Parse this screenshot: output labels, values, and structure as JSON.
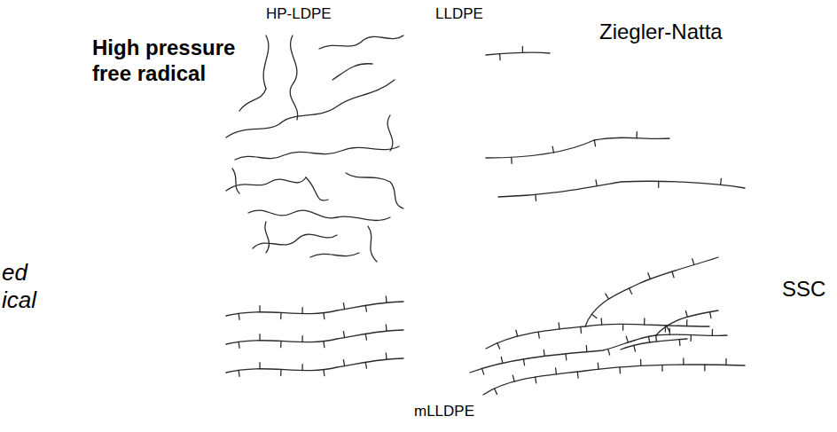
{
  "diagram": {
    "labels": [
      "HP-LDPE",
      "LLDPE",
      "High pressure free radical",
      "Ziegler-Natta",
      "ed ical",
      "SSC",
      "mLLDPE"
    ]
  }
}
